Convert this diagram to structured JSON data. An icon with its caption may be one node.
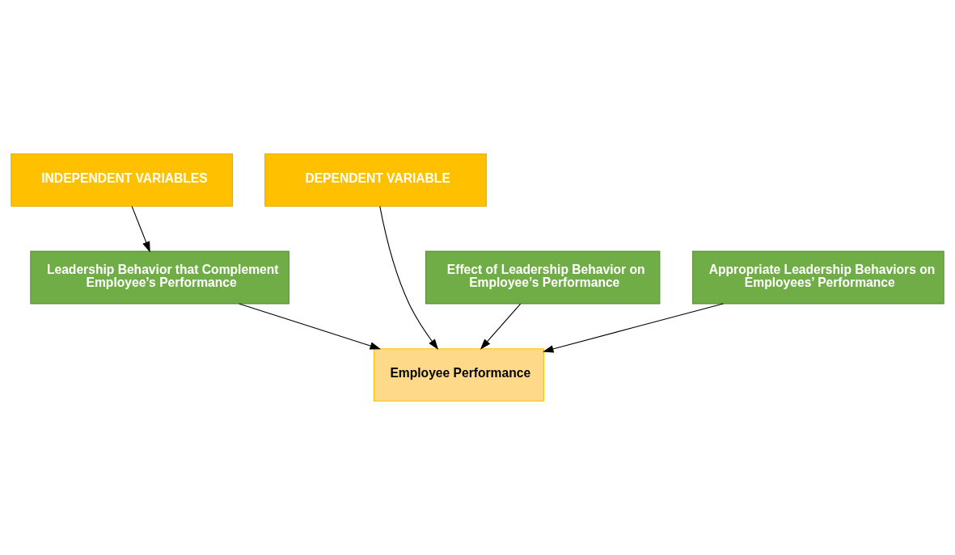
{
  "diagram": {
    "nodes": [
      {
        "text": [
          "INDEPENDENT VARIABLES"
        ]
      },
      {
        "text": [
          "DEPENDENT VARIABLE"
        ]
      },
      {
        "text": [
          "Leadership Behavior that Complement Employee’s Performance"
        ]
      },
      {
        "text": [
          "Effect of Leadership Behavior on Employee’s Performance"
        ]
      },
      {
        "text": [
          "Appropriate Leadership Behaviors on Employees’ Performance"
        ]
      },
      {
        "text": [
          "Employee Performance"
        ]
      }
    ],
    "edges": [
      {
        "from": 0,
        "to": 2,
        "arrow": "to"
      },
      {
        "from": 1,
        "to": 5,
        "arrow": "to"
      },
      {
        "from": 2,
        "to": 5,
        "arrow": "to"
      },
      {
        "from": 3,
        "to": 5,
        "arrow": "to"
      },
      {
        "from": 4,
        "to": 5,
        "arrow": "to"
      }
    ]
  }
}
